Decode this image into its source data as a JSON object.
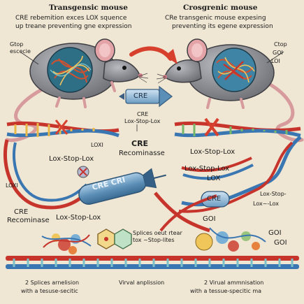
{
  "header": {
    "left_title": "Transgensic mouse",
    "left_sub_1": "CRE rebemition exces LOX squence",
    "left_sub_2": "up treane preventing gne expression",
    "right_title": "Crosgrenic mouse",
    "right_sub_1": "CRe transgenic mouse expesing",
    "right_sub_2": "preventing its egene expression"
  },
  "left_side": {
    "gtop_1": "Gtop",
    "gtop_2": "escecie"
  },
  "right_side": {
    "ctop_1": "Ctop",
    "ctop_2": "GOI",
    "ctop_3": "LOI"
  },
  "center": {
    "cre_arrow": "CRE",
    "cre_mid": "CRE",
    "lox_stop_lox_mid": "Lox-Stop-Lox",
    "loxi": "LOXI",
    "cre_big": "CRE",
    "recombinase": "Recominasse",
    "capsule_text": "CRE  CRI",
    "splices_1": "Splices oeut rtear",
    "splices_2": "tox ~Stop-lites"
  },
  "dna_labels": {
    "lox_stop_lox_left": "Lox-Stop-Lox",
    "lox_stop_lox_right_1": "Lox-Stop-Lox",
    "lox_stop_lox_right_2": "Lox-Stop-Lox",
    "lox_right": "LOX",
    "loxi_left": "LOXI",
    "lox_stop_lox_far_1": "Lox-Stop-",
    "lox_stop_lox_far_2": "Lox~-Lox",
    "cre_pill": "CRE",
    "cre_bottom": "CRE",
    "recombinase_bottom": "Recominase",
    "lox_stop_lox_bottom": "Lox-Stop-Lox",
    "goi_1": "GOI",
    "goi_2": "GOI",
    "goi_3": "GOI"
  },
  "footer": {
    "left_1": "2 Splices arnelision",
    "left_2": "with a tesuse-secitic",
    "mid": "Virval anplission",
    "right_1": "2 Virual ammnisation",
    "right_2": "with a tessue-specitic ma"
  },
  "colors": {
    "background": "#efe6d3",
    "mouse_fur": "#8a8c92",
    "ear_pink": "#e4a3a6",
    "arrow_red": "#d8402e",
    "dna_red": "#c6342c",
    "dna_blue": "#3a77b2",
    "capsule_blue": "#5c8fb7"
  }
}
